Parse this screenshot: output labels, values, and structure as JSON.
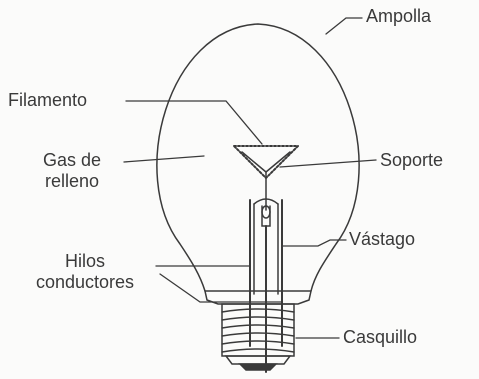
{
  "labels": {
    "ampolla": "Ampolla",
    "filamento": "Filamento",
    "gas_line1": "Gas de",
    "gas_line2": "relleno",
    "soporte": "Soporte",
    "vastago": "Vástago",
    "hilos_line1": "Hilos",
    "hilos_line2": "conductores",
    "casquillo": "Casquillo"
  },
  "colors": {
    "ink": "#3a3a3a",
    "paper": "#fbfbfa"
  }
}
